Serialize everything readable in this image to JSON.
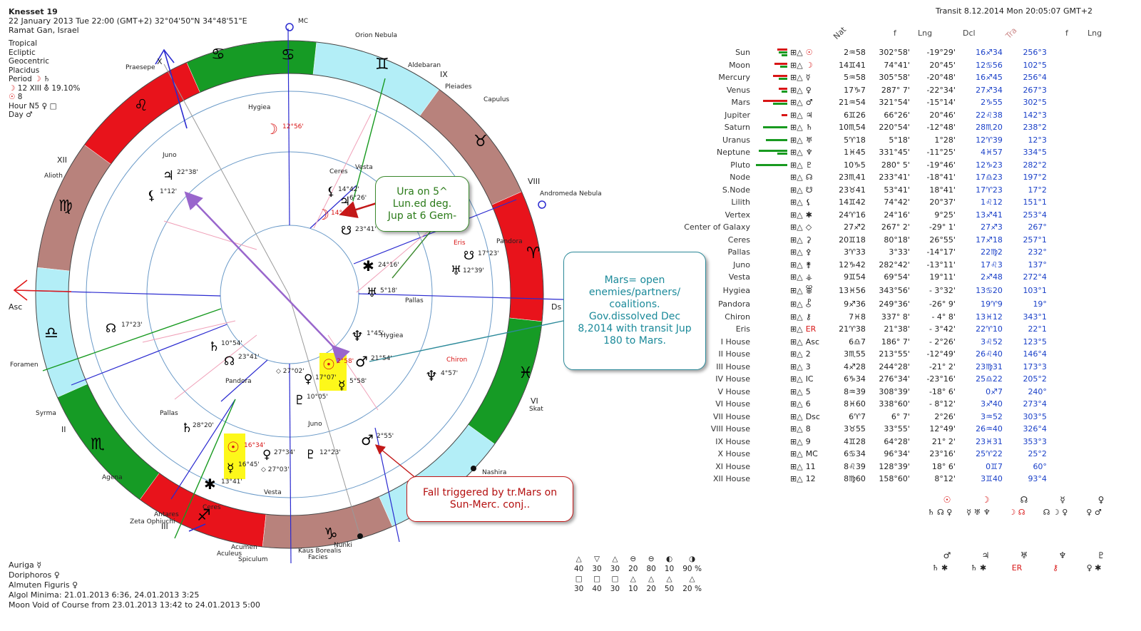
{
  "header": {
    "title": "Knesset 19",
    "line1": "22 January 2013  Tue  22:00 (GMT+2) 32°04'50\"N  34°48'51\"E",
    "line2": "Ramat Gan, Israel"
  },
  "settings": [
    "Tropical",
    "Ecliptic",
    "Geocentric",
    "Placidus"
  ],
  "period": {
    "label": "Period",
    "line2": "12 XIII",
    "pct": "19.10%",
    "sun_num": "8",
    "hour": "Hour N5",
    "day": "Day"
  },
  "transit_header": "Transit  8.12.2014  Mon 20:05:07 GMT+2",
  "column_headers": {
    "nat": "Nat",
    "f": "f",
    "lng": "Lng",
    "dcl": "Dcl",
    "tra": "Tra",
    "f2": "f",
    "lng2": "Lng"
  },
  "planets": [
    {
      "name": "Sun",
      "glyph": "☉",
      "pos": "2♒58",
      "lng": "302°58'",
      "dcl": "-19°29'",
      "tpos": "16♐34",
      "tlng": "256°3"
    },
    {
      "name": "Moon",
      "glyph": "☽",
      "pos": "14♊41",
      "lng": "74°41'",
      "dcl": "20°45'",
      "tpos": "12♋56",
      "tlng": "102°5"
    },
    {
      "name": "Mercury",
      "glyph": "☿",
      "pos": "5♒58",
      "lng": "305°58'",
      "dcl": "-20°48'",
      "tpos": "16♐45",
      "tlng": "256°4"
    },
    {
      "name": "Venus",
      "glyph": "♀",
      "pos": "17♑7",
      "lng": "287° 7'",
      "dcl": "-22°34'",
      "tpos": "27♐34",
      "tlng": "267°3"
    },
    {
      "name": "Mars",
      "glyph": "♂",
      "pos": "21♒54",
      "lng": "321°54'",
      "dcl": "-15°14'",
      "tpos": "2♑55",
      "tlng": "302°5"
    },
    {
      "name": "Jupiter",
      "glyph": "♃",
      "pos": "6♊26",
      "lng": "66°26'",
      "dcl": "20°46'",
      "tpos": "22♌38",
      "tlng": "142°3"
    },
    {
      "name": "Saturn",
      "glyph": "♄",
      "pos": "10♏54",
      "lng": "220°54'",
      "dcl": "-12°48'",
      "tpos": "28♏20",
      "tlng": "238°2"
    },
    {
      "name": "Uranus",
      "glyph": "♅",
      "pos": "5♈18",
      "lng": "5°18'",
      "dcl": "1°28'",
      "tpos": "12♈39",
      "tlng": "12°3"
    },
    {
      "name": "Neptune",
      "glyph": "♆",
      "pos": "1♓45",
      "lng": "331°45'",
      "dcl": "-11°25'",
      "tpos": "4♓57",
      "tlng": "334°5"
    },
    {
      "name": "Pluto",
      "glyph": "♇",
      "pos": "10♑5",
      "lng": "280° 5'",
      "dcl": "-19°46'",
      "tpos": "12♑23",
      "tlng": "282°2"
    },
    {
      "name": "Node",
      "glyph": "☊",
      "pos": "23♏41",
      "lng": "233°41'",
      "dcl": "-18°41'",
      "tpos": "17♎23",
      "tlng": "197°2"
    },
    {
      "name": "S.Node",
      "glyph": "☋",
      "pos": "23♉41",
      "lng": "53°41'",
      "dcl": "18°41'",
      "tpos": "17♈23",
      "tlng": "17°2"
    },
    {
      "name": "Lilith",
      "glyph": "⚸",
      "pos": "14♊42",
      "lng": "74°42'",
      "dcl": "20°37'",
      "tpos": "1♌12",
      "tlng": "151°1"
    },
    {
      "name": "Vertex",
      "glyph": "✱",
      "pos": "24♈16",
      "lng": "24°16'",
      "dcl": "9°25'",
      "tpos": "13♐41",
      "tlng": "253°4"
    },
    {
      "name": "Center of Galaxy",
      "glyph": "◇",
      "pos": "27♐2",
      "lng": "267° 2'",
      "dcl": "-29° 1'",
      "tpos": "27♐3",
      "tlng": "267°"
    },
    {
      "name": "Ceres",
      "glyph": "⚳",
      "pos": "20♊18",
      "lng": "80°18'",
      "dcl": "26°55'",
      "tpos": "17♐18",
      "tlng": "257°1"
    },
    {
      "name": "Pallas",
      "glyph": "⚴",
      "pos": "3♈33",
      "lng": "3°33'",
      "dcl": "-14°17'",
      "tpos": "22♍2",
      "tlng": "232°"
    },
    {
      "name": "Juno",
      "glyph": "⚵",
      "pos": "12♑42",
      "lng": "282°42'",
      "dcl": "-13°11'",
      "tpos": "17♌3",
      "tlng": "137°"
    },
    {
      "name": "Vesta",
      "glyph": "⚶",
      "pos": "9♊54",
      "lng": "69°54'",
      "dcl": "19°11'",
      "tpos": "2♐48",
      "tlng": "272°4"
    },
    {
      "name": "Hygiea",
      "glyph": "⯚",
      "pos": "13♓56",
      "lng": "343°56'",
      "dcl": "- 3°32'",
      "tpos": "13♋20",
      "tlng": "103°1"
    },
    {
      "name": "Pandora",
      "glyph": "⯛",
      "pos": "9♐36",
      "lng": "249°36'",
      "dcl": "-26° 9'",
      "tpos": "19♈9",
      "tlng": "19°"
    },
    {
      "name": "Chiron",
      "glyph": "⚷",
      "pos": "7♓8",
      "lng": "337° 8'",
      "dcl": "- 4° 8'",
      "tpos": "13♓12",
      "tlng": "343°1"
    },
    {
      "name": "Eris",
      "glyph": "ER",
      "pos": "21♈38",
      "lng": "21°38'",
      "dcl": "- 3°42'",
      "tpos": "22♈10",
      "tlng": "22°1"
    }
  ],
  "houses": [
    {
      "name": "I House",
      "glyph": "Asc",
      "pos": "6♎7",
      "lng": "186° 7'",
      "dcl": "- 2°26'",
      "tpos": "3♌52",
      "tlng": "123°5"
    },
    {
      "name": "II House",
      "glyph": "2",
      "pos": "3♏55",
      "lng": "213°55'",
      "dcl": "-12°49'",
      "tpos": "26♌40",
      "tlng": "146°4"
    },
    {
      "name": "III House",
      "glyph": "3",
      "pos": "4♐28",
      "lng": "244°28'",
      "dcl": "-21° 2'",
      "tpos": "23♍31",
      "tlng": "173°3"
    },
    {
      "name": "IV House",
      "glyph": "IC",
      "pos": "6♑34",
      "lng": "276°34'",
      "dcl": "-23°16'",
      "tpos": "25♎22",
      "tlng": "205°2"
    },
    {
      "name": "V House",
      "glyph": "5",
      "pos": "8♒39",
      "lng": "308°39'",
      "dcl": "-18° 6'",
      "tpos": "0♐7",
      "tlng": "240°"
    },
    {
      "name": "VI House",
      "glyph": "6",
      "pos": "8♓60",
      "lng": "338°60'",
      "dcl": "- 8°12'",
      "tpos": "3♐40",
      "tlng": "273°4"
    },
    {
      "name": "VII House",
      "glyph": "Dsc",
      "pos": "6♈7",
      "lng": "6° 7'",
      "dcl": "2°26'",
      "tpos": "3♒52",
      "tlng": "303°5"
    },
    {
      "name": "VIII House",
      "glyph": "8",
      "pos": "3♉55",
      "lng": "33°55'",
      "dcl": "12°49'",
      "tpos": "26♒40",
      "tlng": "326°4"
    },
    {
      "name": "IX House",
      "glyph": "9",
      "pos": "4♊28",
      "lng": "64°28'",
      "dcl": "21° 2'",
      "tpos": "23♓31",
      "tlng": "353°3"
    },
    {
      "name": "X House",
      "glyph": "MC",
      "pos": "6♋34",
      "lng": "96°34'",
      "dcl": "23°16'",
      "tpos": "25♈22",
      "tlng": "25°2"
    },
    {
      "name": "XI House",
      "glyph": "11",
      "pos": "8♌39",
      "lng": "128°39'",
      "dcl": "18° 6'",
      "tpos": "0♊7",
      "tlng": "60°"
    },
    {
      "name": "XII House",
      "glyph": "12",
      "pos": "8♍60",
      "lng": "158°60'",
      "dcl": "8°12'",
      "tpos": "3♊40",
      "tlng": "93°4"
    }
  ],
  "callouts": {
    "ura": "Ura on 5^\nLun.ed deg.\nJup at 6 Gem-",
    "mars": "Mars= open\nenemies/partners/\ncoalitions.\nGov.dissolved Dec\n8,2014 with transit Jup\n180 to Mars.",
    "fall": "Fall triggered by tr.Mars on\nSun-Merc. conj.."
  },
  "bottom": [
    {
      "label": "Auriga",
      "glyph": "☿"
    },
    {
      "label": "Doriphoros",
      "glyph": "♀"
    },
    {
      "label": "Almuten Figuris",
      "glyph": "♀"
    },
    {
      "label": "Algol Minima: 21.01.2013  6:36,  24.01.2013  3:25",
      "glyph": ""
    },
    {
      "label": "Moon Void of Course from 23.01.2013 13:42 to 24.01.2013  5:00",
      "glyph": ""
    }
  ],
  "legend": {
    "row1": [
      "40",
      "30",
      "30",
      "20",
      "80",
      "10",
      "90 %"
    ],
    "row2": [
      "30",
      "40",
      "30",
      "10",
      "20",
      "50",
      "20 %"
    ]
  },
  "chart_labels": {
    "mc": "MC",
    "asc": "Asc",
    "ds": "Ds",
    "house_numerals": [
      "IX",
      "VIII",
      "VI",
      "II",
      "III",
      "XII",
      "X"
    ],
    "stars": [
      "Orion Nebula",
      "Aldebaran",
      "Pleiades",
      "Capulus",
      "Andromeda Nebula",
      "Praesepe",
      "Alioth",
      "Foramen",
      "Syrma",
      "Agena",
      "Zeta Ophiuchi",
      "Antares",
      "Acumen",
      "Aculeus",
      "Spiculum",
      "Kaus Borealis",
      "Facies",
      "Nunki",
      "Nashira",
      "Skat"
    ],
    "inner_labels": [
      "Hygiea",
      "Juno",
      "Ceres",
      "Vesta",
      "Pandora",
      "Pallas",
      "Eris",
      "Chiron",
      "Pallas",
      "Juno",
      "Vesta",
      "Ceres",
      "Pandora",
      "Hygiea"
    ]
  },
  "colors": {
    "fire": "#e8131b",
    "earth": "#b8827c",
    "air": "#b3eef7",
    "water": "#169b25",
    "callout_green": "#3c8a2e",
    "callout_teal": "#2c8a9a",
    "callout_red": "#c21818"
  }
}
